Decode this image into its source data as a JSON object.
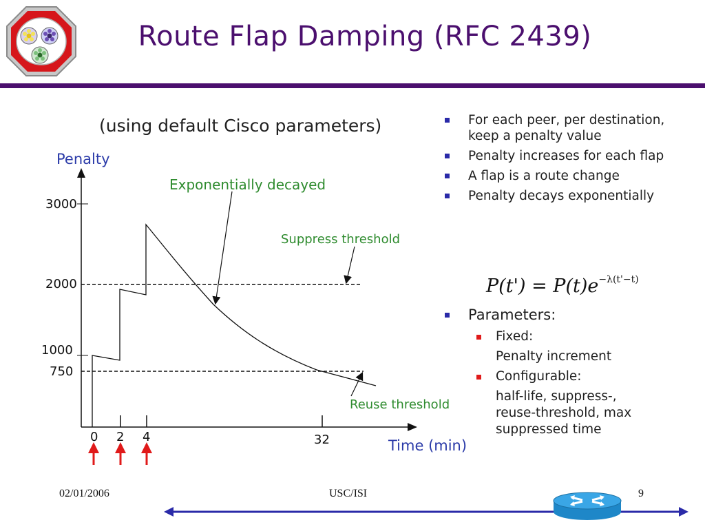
{
  "slide": {
    "title": "Route Flap Damping (RFC 2439)",
    "subtitle": "(using default Cisco parameters)"
  },
  "diagram": {
    "y_axis_label": "Penalty",
    "x_axis_label": "Time (min)",
    "y_ticks": [
      "3000",
      "2000",
      "1000",
      "750"
    ],
    "x_ticks": [
      "0",
      "2",
      "4",
      "32"
    ],
    "annotations": {
      "decay": "Exponentially decayed",
      "suppress": "Suppress threshold",
      "reuse": "Reuse threshold"
    },
    "colors": {
      "flap_arrow": "#e01a1a",
      "axis_label": "#2a3aa8",
      "annotation": "#2e8b2e"
    }
  },
  "bullets": [
    "For each peer, per destination, keep a penalty value",
    "Penalty increases for each flap",
    "A flap is a route change",
    "Penalty decays exponentially"
  ],
  "formula": {
    "lhs": "P(t') = P(t)e",
    "exponent": "−λ(t'−t)"
  },
  "parameters": {
    "heading": "Parameters:",
    "fixed_label": "Fixed:",
    "fixed_value": "Penalty increment",
    "configurable_label": "Configurable:",
    "configurable_value": "half-life, suppress-, reuse-threshold, max suppressed time"
  },
  "footer": {
    "date": "02/01/2006",
    "org": "USC/ISI",
    "page": "9"
  },
  "theme": {
    "title_color": "#4b0f6e",
    "rule_color": "#4b0f6e",
    "footer_arrow_color": "#2a2aa8"
  }
}
